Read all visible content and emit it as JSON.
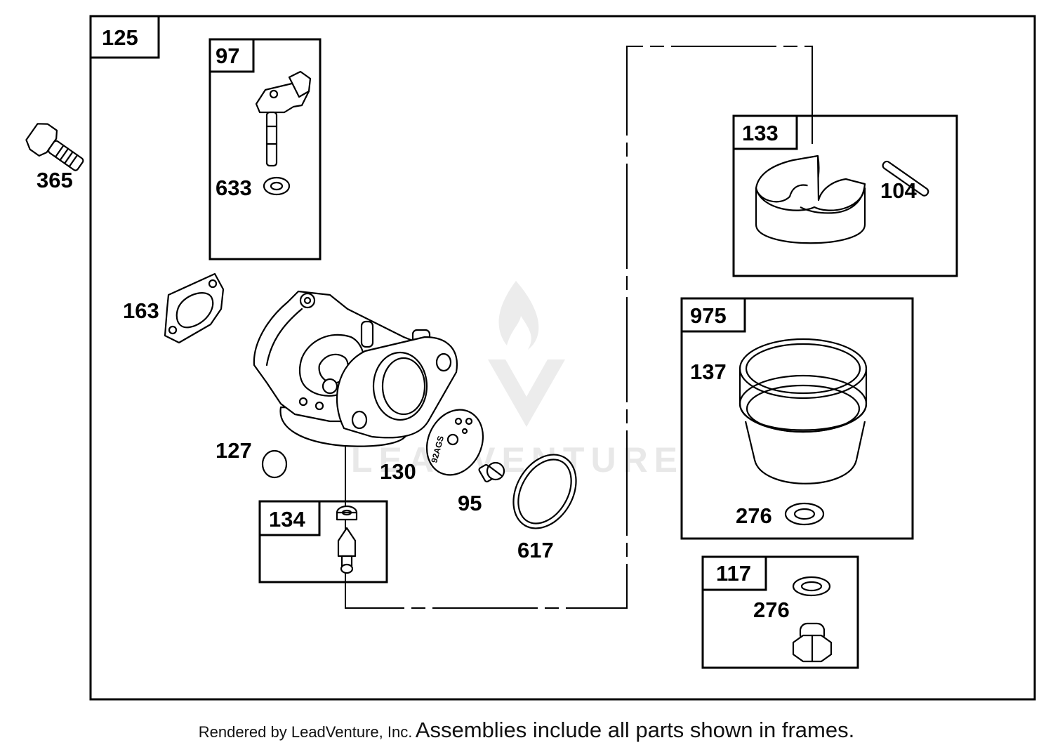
{
  "diagram": {
    "callouts": {
      "c365": "365",
      "c633": "633",
      "c163": "163",
      "c127": "127",
      "c130": "130",
      "c95": "95",
      "c617": "617",
      "c104": "104",
      "c137": "137",
      "c276a": "276",
      "c276b": "276"
    },
    "frames": {
      "f125": "125",
      "f97": "97",
      "f133": "133",
      "f975": "975",
      "f134": "134",
      "f117": "117"
    },
    "plate_text": "92AGS"
  },
  "watermark": {
    "brand": "LEADVENTURE"
  },
  "footer": {
    "rendered_by": "Rendered by LeadVenture, Inc.",
    "note": "Assemblies include all parts shown in frames."
  }
}
